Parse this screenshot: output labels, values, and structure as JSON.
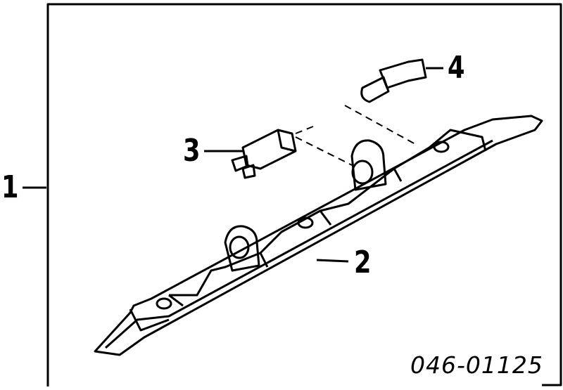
{
  "diagram": {
    "callouts": [
      "1",
      "2",
      "3",
      "4"
    ],
    "part_code": "046-01125",
    "line_color": "#000000",
    "background": "#ffffff"
  }
}
